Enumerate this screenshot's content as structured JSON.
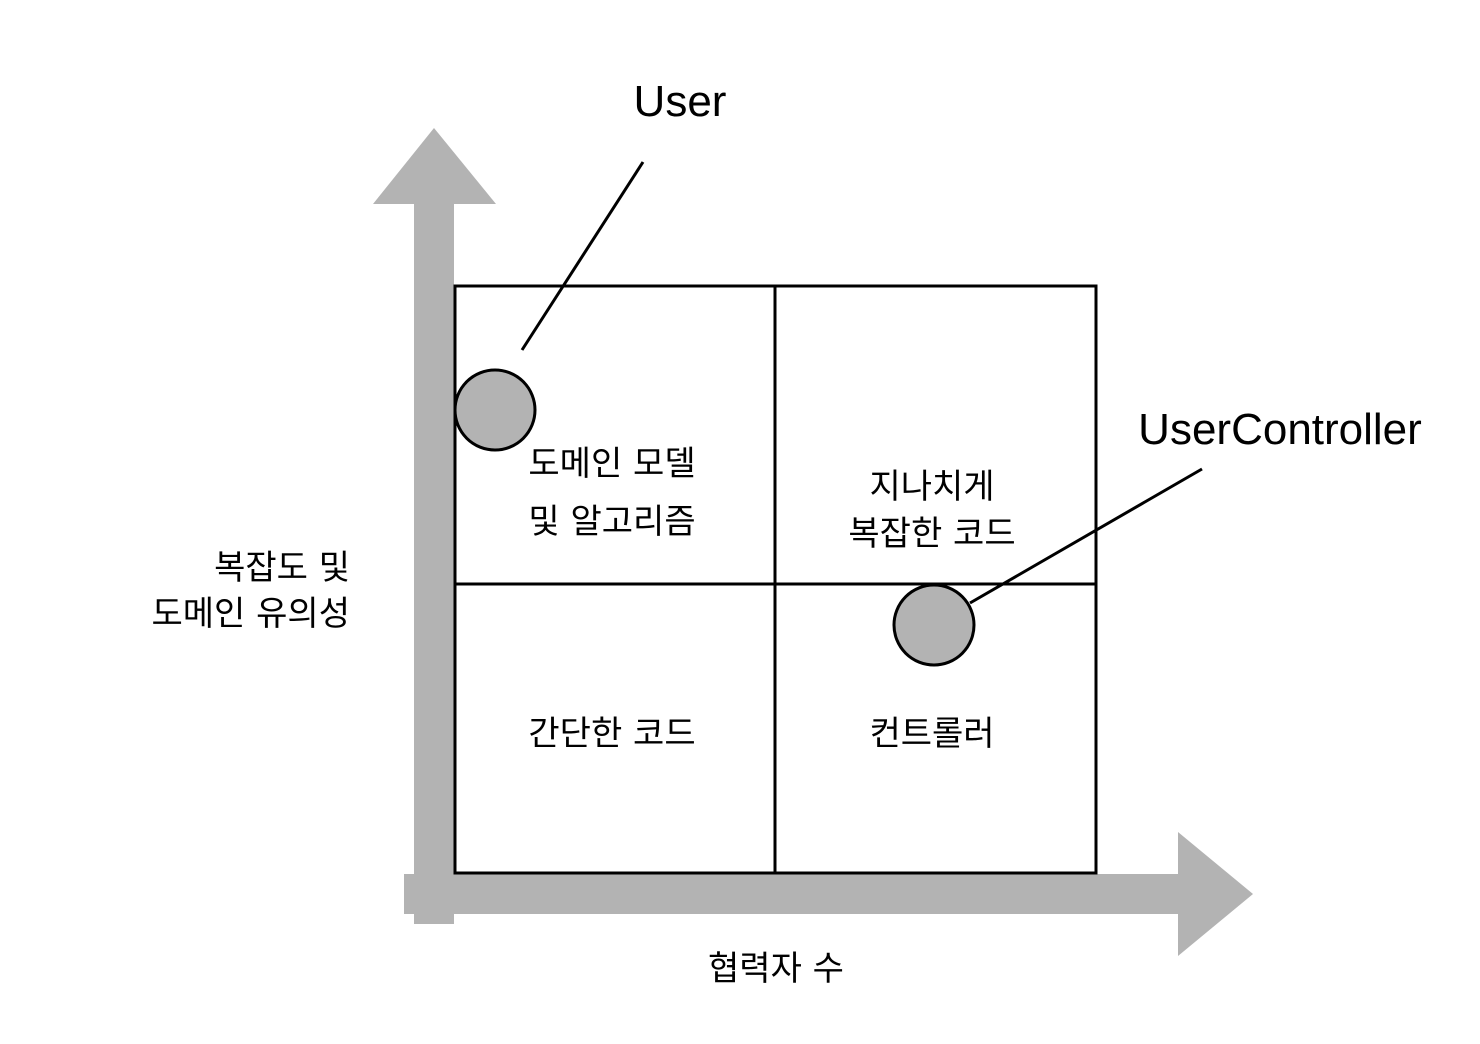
{
  "axes": {
    "x_label": "협력자 수",
    "y_label_lines": [
      "복잡도 및",
      "도메인 유의성"
    ],
    "arrow_color": "#b3b3b3"
  },
  "quadrants": {
    "top_left": [
      "도메인 모델",
      "및 알고리즘"
    ],
    "top_right": [
      "지나치게",
      "복잡한 코드"
    ],
    "bottom_left": [
      "간단한 코드"
    ],
    "bottom_right": [
      "컨트롤러"
    ]
  },
  "callouts": {
    "user": "User",
    "user_controller": "UserController"
  },
  "colors": {
    "marker_fill": "#b3b3b3",
    "lines": "#000000",
    "background": "#ffffff"
  }
}
